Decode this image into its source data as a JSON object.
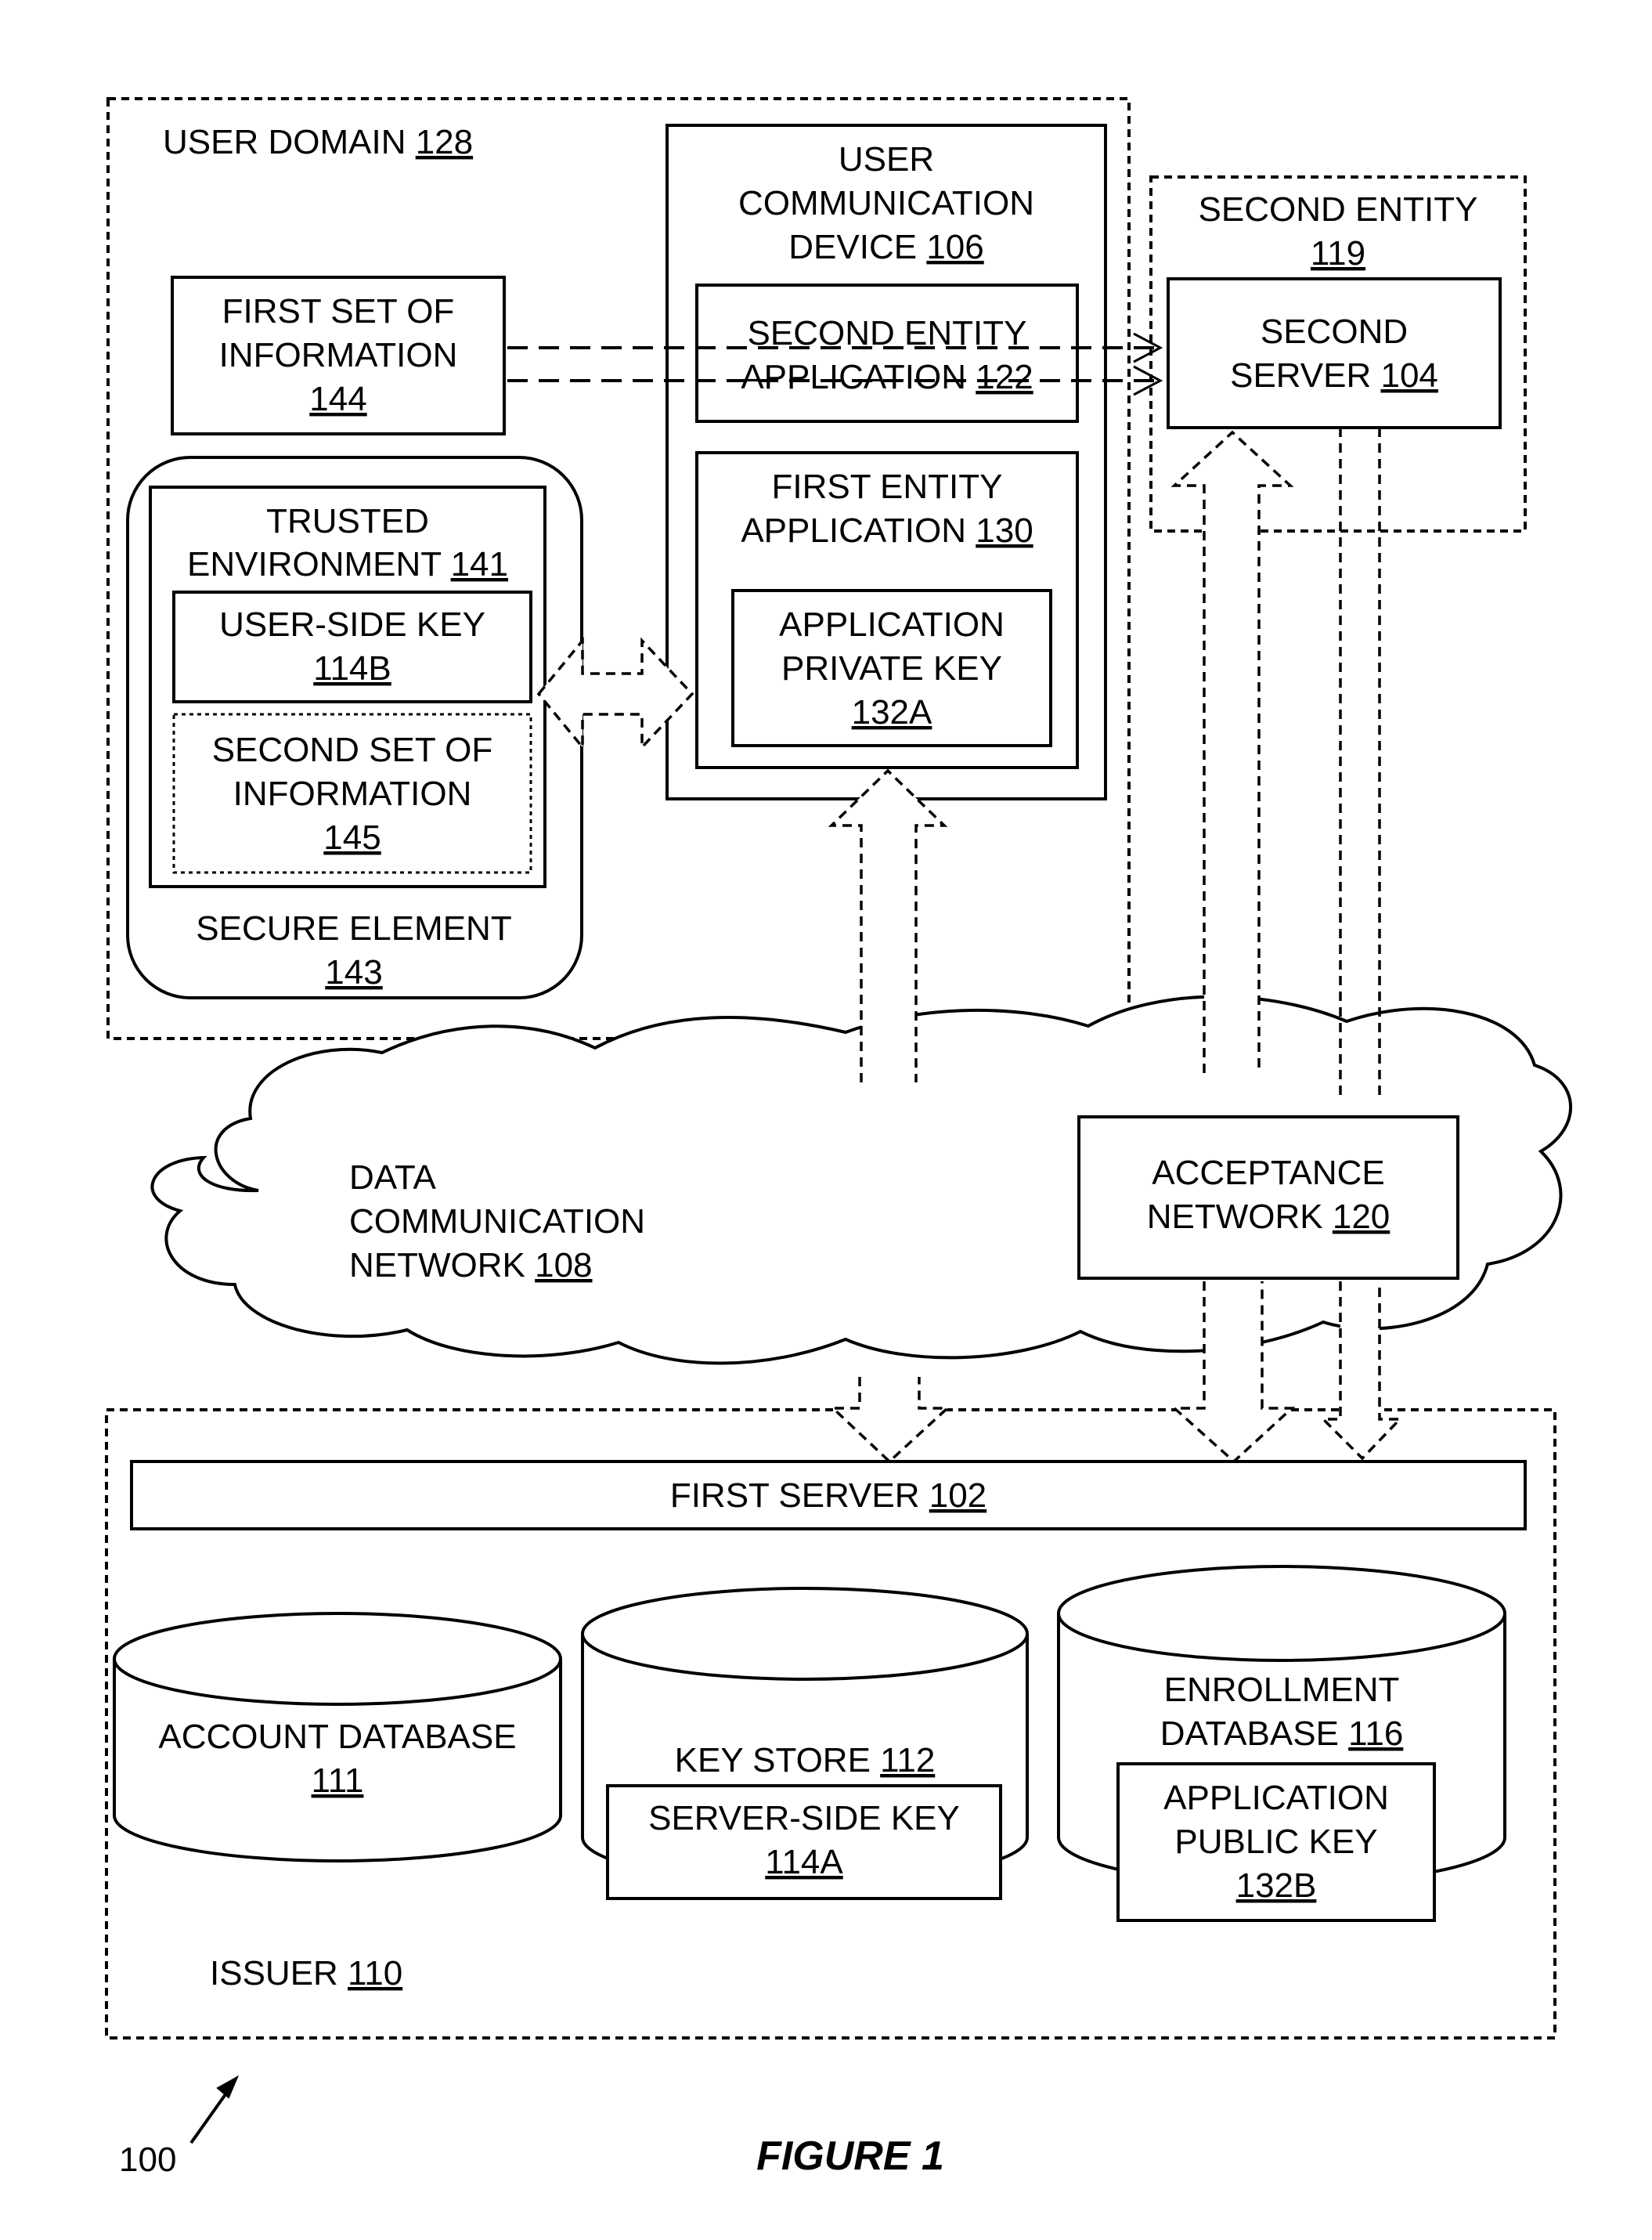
{
  "user_domain": {
    "label": "USER DOMAIN ",
    "ref": "128"
  },
  "user_device": {
    "line1": "USER",
    "line2": "COMMUNICATION",
    "line3": "DEVICE ",
    "ref": "106"
  },
  "second_entity_app": {
    "line1": "SECOND ENTITY",
    "line2": "APPLICATION ",
    "ref": "122"
  },
  "first_entity_app": {
    "line1": "FIRST ENTITY",
    "line2": "APPLICATION ",
    "ref": "130"
  },
  "app_private_key": {
    "line1": "APPLICATION",
    "line2": "PRIVATE KEY",
    "ref": "132A"
  },
  "first_info": {
    "line1": "FIRST SET OF",
    "line2": "INFORMATION",
    "ref": "144"
  },
  "trusted_env": {
    "line1": "TRUSTED",
    "line2": "ENVIRONMENT ",
    "ref": "141"
  },
  "user_side_key": {
    "line1": "USER-SIDE KEY",
    "ref": "114B"
  },
  "second_info": {
    "line1": "SECOND SET OF",
    "line2": "INFORMATION",
    "ref": "145"
  },
  "secure_element": {
    "line1": "SECURE ELEMENT",
    "ref": "143"
  },
  "second_entity": {
    "line1": "SECOND ENTITY",
    "ref": "119"
  },
  "second_server": {
    "line1": "SECOND",
    "line2": "SERVER ",
    "ref": "104"
  },
  "data_network": {
    "line1": "DATA",
    "line2": "COMMUNICATION",
    "line3": "NETWORK ",
    "ref": "108"
  },
  "acceptance_network": {
    "line1": "ACCEPTANCE",
    "line2": "NETWORK ",
    "ref": "120"
  },
  "first_server": {
    "label": "FIRST SERVER ",
    "ref": "102"
  },
  "account_db": {
    "line1": "ACCOUNT DATABASE",
    "ref": "111"
  },
  "key_store": {
    "label": "KEY STORE ",
    "ref": "112"
  },
  "server_side_key": {
    "line1": "SERVER-SIDE KEY",
    "ref": "114A"
  },
  "enrollment_db": {
    "line1": "ENROLLMENT",
    "line2": "DATABASE ",
    "ref": "116"
  },
  "app_public_key": {
    "line1": "APPLICATION",
    "line2": "PUBLIC KEY",
    "ref": "132B"
  },
  "issuer": {
    "label": "ISSUER ",
    "ref": "110"
  },
  "figure_ref": "100",
  "figure_caption": "FIGURE 1"
}
